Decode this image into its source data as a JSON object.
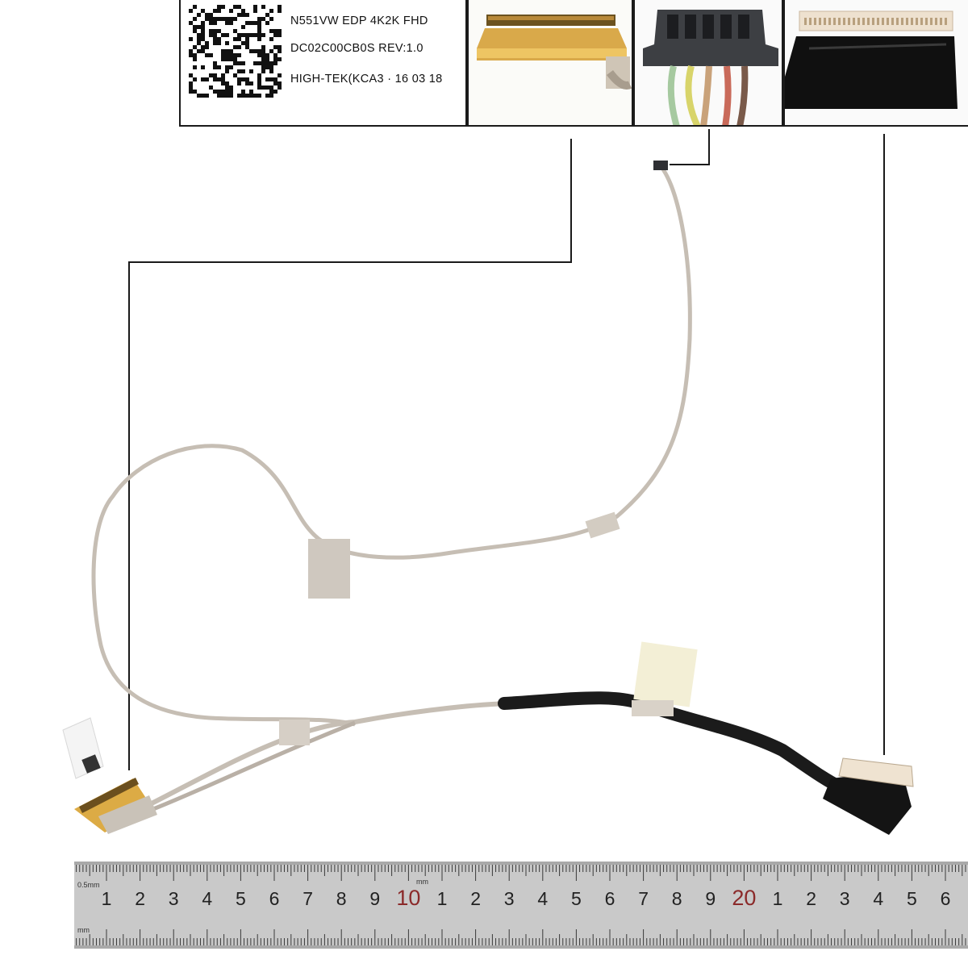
{
  "label": {
    "line1": "N551VW EDP  4K2K FHD",
    "line2": "DC02C00CB0S  REV:1.0",
    "line3": "HIGH-TEK(KCA3 · 16 03 18"
  },
  "detail_panels": [
    {
      "name": "edp-connector-closeup",
      "icon": "ribbon-connector"
    },
    {
      "name": "power-connector-closeup",
      "icon": "multi-pin-connector"
    },
    {
      "name": "lcd-connector-closeup",
      "icon": "lcd-connector"
    }
  ],
  "ruler": {
    "unit_top": "0.5mm",
    "unit_mid": "mm",
    "unit_bottom": "mm",
    "numbers": [
      "1",
      "2",
      "3",
      "4",
      "5",
      "6",
      "7",
      "8",
      "9",
      "10",
      "1",
      "2",
      "3",
      "4",
      "5",
      "6",
      "7",
      "8",
      "9",
      "20",
      "1",
      "2",
      "3",
      "4",
      "5",
      "6"
    ],
    "major": [
      "10",
      "20"
    ]
  },
  "colors": {
    "cable_silver": "#c2bab0",
    "cable_black": "#1b1b1b",
    "tape_gold": "#e0b24a",
    "ruler_bg": "#c9c9c9",
    "ruler_major": "#8b2a2a"
  }
}
